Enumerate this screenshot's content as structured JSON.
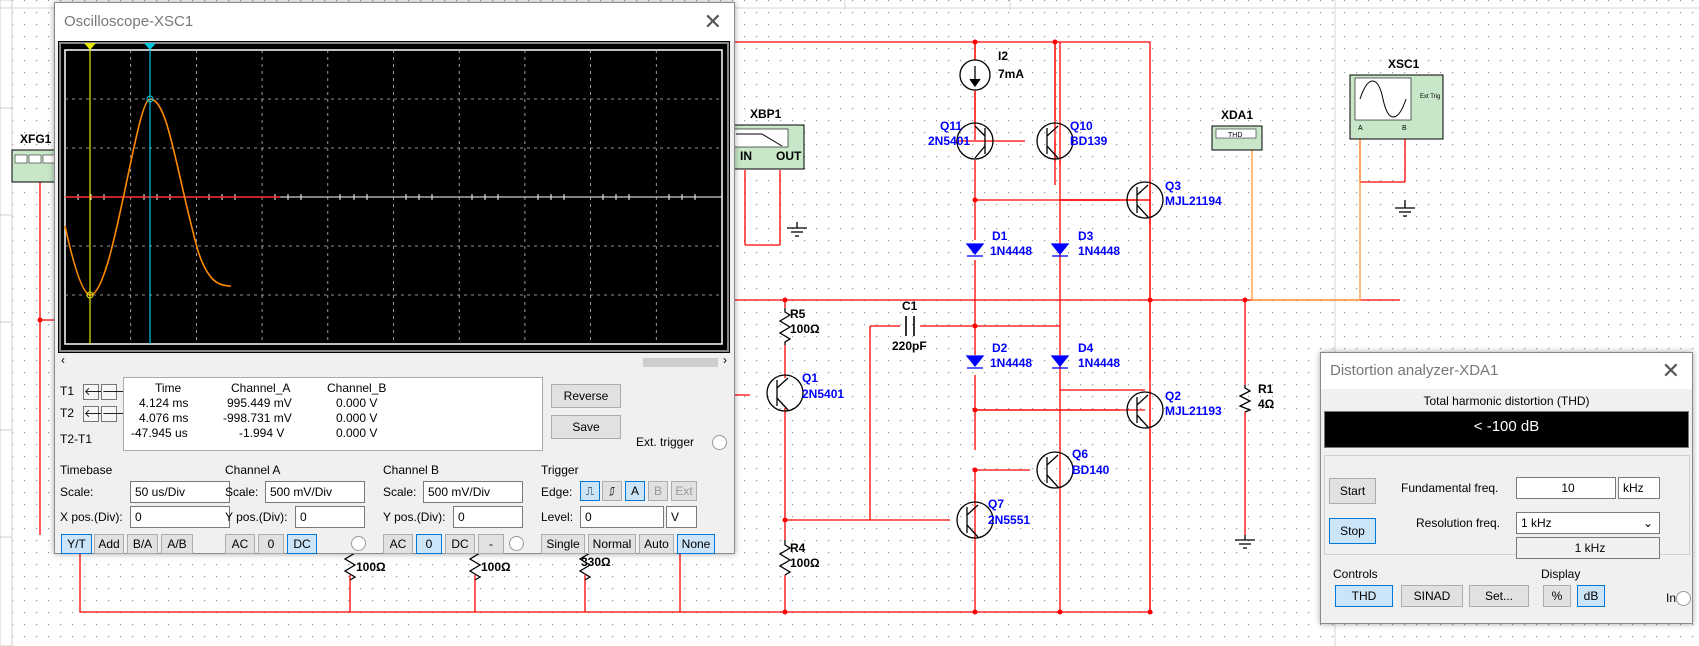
{
  "schematic": {
    "labels": {
      "xfg1": "XFG1",
      "xbp1": "XBP1",
      "xbp1_in": "IN",
      "xbp1_out": "OUT",
      "xda1": "XDA1",
      "xda1_thd": "THD",
      "xsc1": "XSC1",
      "xsc1_ext": "Ext Trig",
      "xsc1_a": "A",
      "xsc1_b": "B",
      "i2": "I2",
      "i2_val": "7mA",
      "q11": "Q11",
      "q11_part": "2N5401",
      "q10": "Q10",
      "q10_part": "BD139",
      "q3": "Q3",
      "q3_part": "MJL21194",
      "d1": "D1",
      "d1_part": "1N4448",
      "d3": "D3",
      "d3_part": "1N4448",
      "c1": "C1",
      "c1_val": "220pF",
      "r5": "R5",
      "r5_val": "100Ω",
      "d2": "D2",
      "d2_part": "1N4448",
      "d4": "D4",
      "d4_part": "1N4448",
      "q1": "Q1",
      "q1_part": "2N5401",
      "r1": "R1",
      "r1_val": "4Ω",
      "q2": "Q2",
      "q2_part": "MJL21193",
      "q6": "Q6",
      "q6_part": "BD140",
      "q7": "Q7",
      "q7_part": "2N5551",
      "r4": "R4",
      "r4_val": "100Ω",
      "r10_val": "100Ω",
      "r11_val": "100Ω",
      "r_330": "330Ω"
    }
  },
  "oscilloscope": {
    "title": "Oscilloscope-XSC1",
    "readout": {
      "headers": [
        "Time",
        "Channel_A",
        "Channel_B"
      ],
      "rows": [
        {
          "label": "T1",
          "time": "4.124 ms",
          "a": "995.449 mV",
          "b": "0.000 V"
        },
        {
          "label": "T2",
          "time": "4.076 ms",
          "a": "-998.731 mV",
          "b": "0.000 V"
        },
        {
          "label": "T2-T1",
          "time": "-47.945 us",
          "a": "-1.994 V",
          "b": "0.000 V"
        }
      ]
    },
    "reverse_label": "Reverse",
    "save_label": "Save",
    "ext_trigger_label": "Ext. trigger",
    "timebase": {
      "title": "Timebase",
      "scale_label": "Scale:",
      "scale_value": "50 us/Div",
      "xpos_label": "X pos.(Div):",
      "xpos_value": "0",
      "modes": [
        "Y/T",
        "Add",
        "B/A",
        "A/B"
      ],
      "selected": "Y/T"
    },
    "channel_a": {
      "title": "Channel A",
      "scale_label": "Scale:",
      "scale_value": "500 mV/Div",
      "ypos_label": "Y pos.(Div):",
      "ypos_value": "0",
      "coupling": [
        "AC",
        "0",
        "DC"
      ],
      "selected": "DC"
    },
    "channel_b": {
      "title": "Channel B",
      "scale_label": "Scale:",
      "scale_value": "500 mV/Div",
      "ypos_label": "Y pos.(Div):",
      "ypos_value": "0",
      "coupling": [
        "AC",
        "0",
        "DC",
        "-"
      ],
      "selected": "0"
    },
    "trigger": {
      "title": "Trigger",
      "edge_label": "Edge:",
      "edge_options": [
        "A",
        "B",
        "Ext"
      ],
      "edge_selected": "A",
      "level_label": "Level:",
      "level_value": "0",
      "level_unit": "V",
      "modes": [
        "Single",
        "Normal",
        "Auto",
        "None"
      ],
      "mode_selected": "None"
    }
  },
  "distortion": {
    "title": "Distortion analyzer-XDA1",
    "thd_header": "Total harmonic distortion (THD)",
    "thd_value": "< -100 dB",
    "start_label": "Start",
    "stop_label": "Stop",
    "fundamental_label": "Fundamental freq.",
    "fundamental_value": "10",
    "fundamental_unit": "kHz",
    "resolution_label": "Resolution freq.",
    "resolution_value": "1 kHz",
    "resolution_readout": "1 kHz",
    "controls_title": "Controls",
    "controls": [
      "THD",
      "SINAD",
      "Set..."
    ],
    "controls_selected": "THD",
    "display_title": "Display",
    "display_options": [
      "%",
      "dB"
    ],
    "display_selected": "dB",
    "in_label": "In"
  },
  "colors": {
    "wire": "#ff0000",
    "component": "#0000ff",
    "trace_a": "#ff8c00",
    "cursor1": "#e8e800",
    "cursor2": "#00c8e0",
    "select_bg": "#cce4f7"
  }
}
